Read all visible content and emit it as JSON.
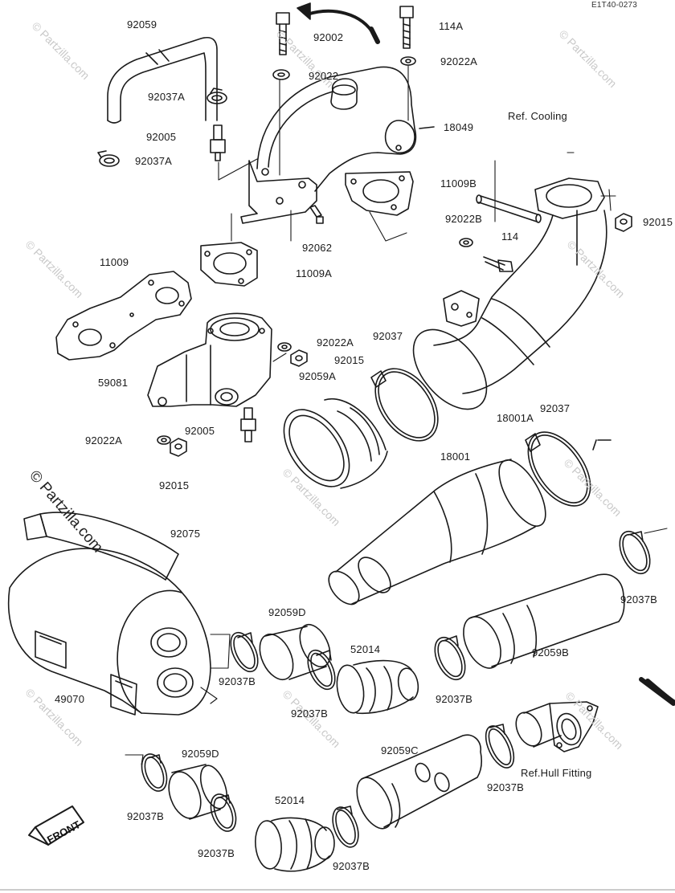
{
  "diagram_code": "E1T40-0273",
  "watermark_main": "© Partzilla.com",
  "watermark_tile": "© Partzilla.com",
  "front_label": "FRONT",
  "labels": {
    "p92059_top": "92059",
    "p92002": "92002",
    "p114A": "114A",
    "p92022A_top": "92022A",
    "p92022": "92022",
    "p92037A_1": "92037A",
    "p92037A_2": "92037A",
    "p92005_top": "92005",
    "p18049": "18049",
    "ref_cooling": "Ref. Cooling",
    "p11009B": "11009B",
    "p92022B": "92022B",
    "p114": "114",
    "p92015_right": "92015",
    "p92062": "92062",
    "p11009": "11009",
    "p11009A": "11009A",
    "p92022A_mid": "92022A",
    "p92015_mid": "92015",
    "p92037_mid": "92037",
    "p92059A": "92059A",
    "p59081": "59081",
    "p92005_mid": "92005",
    "p92022A_low": "92022A",
    "p92015_low": "92015",
    "p18001A": "18001A",
    "p92037_right": "92037",
    "p18001": "18001",
    "p92075": "92075",
    "p92037B_r1": "92037B",
    "p92059D_mid": "92059D",
    "p52014_mid": "52014",
    "p49070": "49070",
    "p92037B_m1": "92037B",
    "p92037B_m2": "92037B",
    "p92037B_m3": "92037B",
    "p92059B": "92059B",
    "p92059D_low": "92059D",
    "p92059C": "92059C",
    "ref_hull": "Ref.Hull Fitting",
    "p92037B_l1": "92037B",
    "p92037B_l2": "92037B",
    "p92037B_r2": "92037B",
    "p52014_low": "52014",
    "p92037B_l3": "92037B"
  }
}
